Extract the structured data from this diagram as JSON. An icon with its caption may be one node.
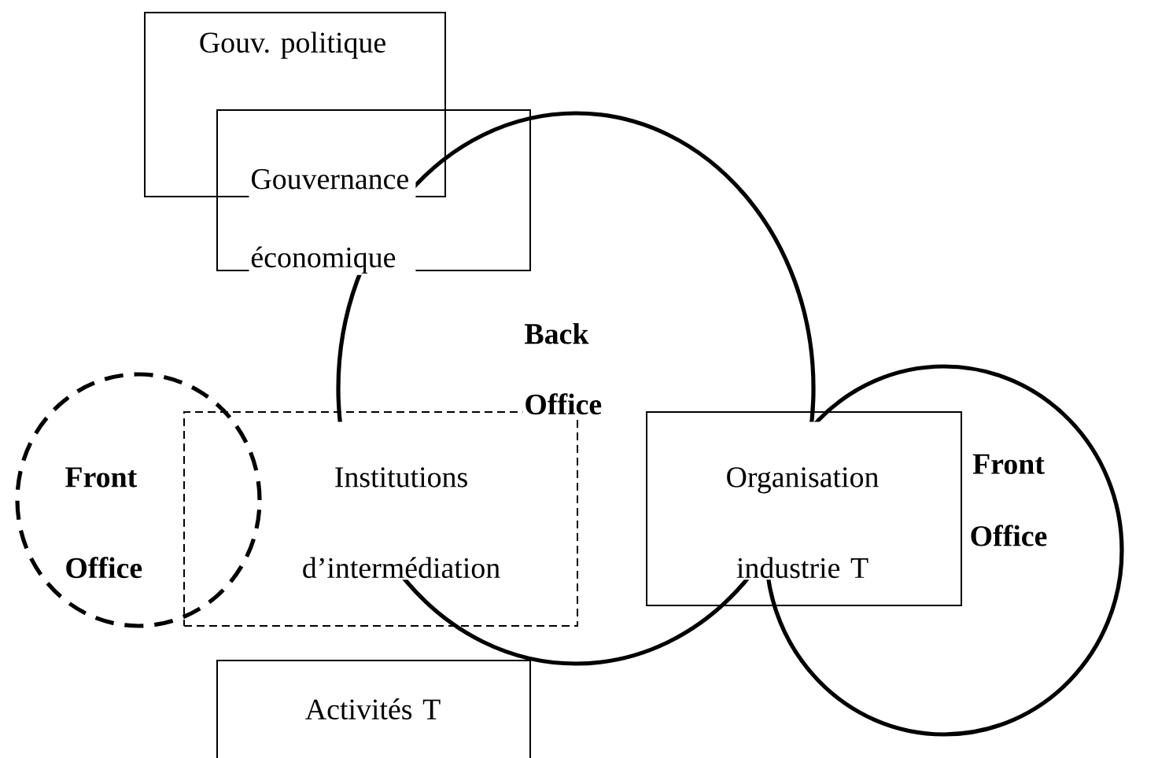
{
  "diagram": {
    "nodes": [
      {
        "text": [
          "Gouv. politique"
        ]
      },
      {
        "text": [
          "Gouvernance économique"
        ]
      },
      {
        "text": [
          "Back Office"
        ]
      },
      {
        "text": [
          "Front Office"
        ]
      },
      {
        "text": [
          "Institutions d’intermédiation"
        ]
      },
      {
        "text": [
          "Organisation industrie T"
        ]
      },
      {
        "text": [
          "Front Office"
        ]
      },
      {
        "text": [
          "Activités T"
        ]
      }
    ]
  }
}
